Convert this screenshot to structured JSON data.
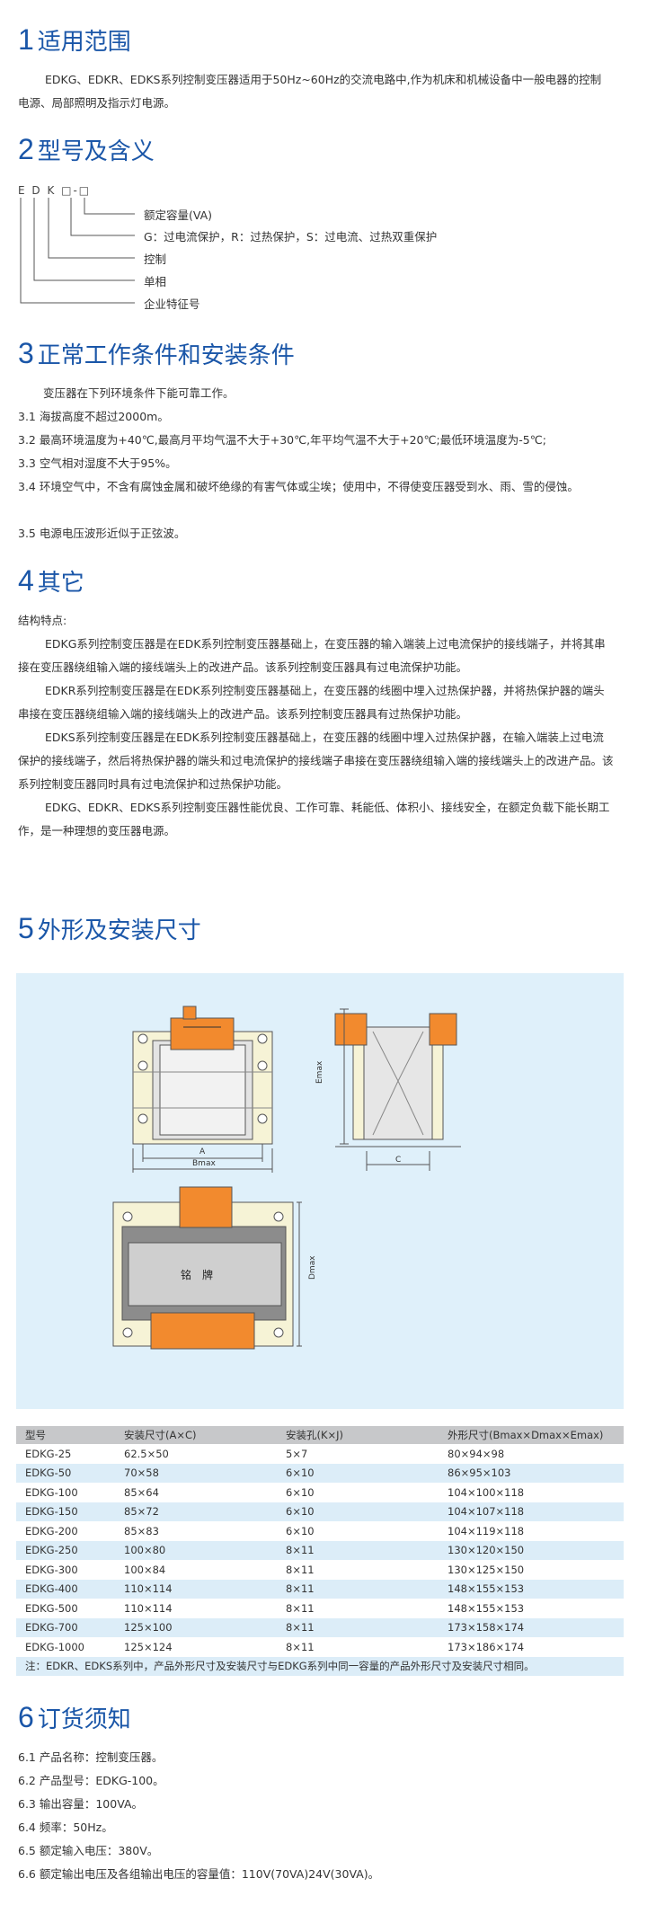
{
  "s1": {
    "num": "1",
    "title": "适用范围",
    "body": "EDKG、EDKR、EDKS系列控制变压器适用于50Hz~60Hz的交流电路中,作为机床和机械设备中一般电器的控制电源、局部照明及指示灯电源。"
  },
  "s2": {
    "num": "2",
    "title": "型号及含义",
    "code": "E D K □-□",
    "labels": [
      "额定容量(VA)",
      "G：过电流保护，R：过热保护，S：过电流、过热双重保护",
      "控制",
      "单相",
      "企业特征号"
    ]
  },
  "s3": {
    "num": "3",
    "title": "正常工作条件和安装条件",
    "intro": "变压器在下列环境条件下能可靠工作。",
    "items": [
      "3.1 海拔高度不超过2000m。",
      "3.2 最高环境温度为+40℃,最高月平均气温不大于+30℃,年平均气温不大于+20℃;最低环境温度为-5℃;",
      "3.3 空气相对湿度不大于95%。",
      "3.4 环境空气中，不含有腐蚀金属和破坏绝缘的有害气体或尘埃；使用中，不得使变压器受到水、雨、雪的侵蚀。",
      "3.5 电源电压波形近似于正弦波。"
    ]
  },
  "s4": {
    "num": "4",
    "title": "其它",
    "heading": "结构特点:",
    "paras": [
      "EDKG系列控制变压器是在EDK系列控制变压器基础上，在变压器的输入端装上过电流保护的接线端子，并将其串接在变压器绕组输入端的接线端头上的改进产品。该系列控制变压器具有过电流保护功能。",
      "EDKR系列控制变压器是在EDK系列控制变压器基础上，在变压器的线圈中埋入过热保护器，并将热保护器的端头串接在变压器绕组输入端的接线端头上的改进产品。该系列控制变压器具有过热保护功能。",
      "EDKS系列控制变压器是在EDK系列控制变压器基础上，在变压器的线圈中埋入过热保护器，在输入端装上过电流保护的接线端子，然后将热保护器的端头和过电流保护的接线端子串接在变压器绕组输入端的接线端头上的改进产品。该系列控制变压器同时具有过电流保护和过热保护功能。",
      "EDKG、EDKR、EDKS系列控制变压器性能优良、工作可靠、耗能低、体积小、接线安全，在额定负载下能长期工作，是一种理想的变压器电源。"
    ]
  },
  "s5": {
    "num": "5",
    "title": "外形及安装尺寸",
    "dims": {
      "A": "A",
      "Bmax": "Bmax",
      "C": "C",
      "Emax": "Emax",
      "Dmax": "Dmax",
      "nameplate": "铭　牌"
    },
    "headers": [
      "型号",
      "安装尺寸(A×C)",
      "安装孔(K×J)",
      "外形尺寸(Bmax×Dmax×Emax)"
    ],
    "rows": [
      [
        "EDKG-25",
        "62.5×50",
        "5×7",
        "80×94×98"
      ],
      [
        "EDKG-50",
        "70×58",
        "6×10",
        "86×95×103"
      ],
      [
        "EDKG-100",
        "85×64",
        "6×10",
        "104×100×118"
      ],
      [
        "EDKG-150",
        "85×72",
        "6×10",
        "104×107×118"
      ],
      [
        "EDKG-200",
        "85×83",
        "6×10",
        "104×119×118"
      ],
      [
        "EDKG-250",
        "100×80",
        "8×11",
        "130×120×150"
      ],
      [
        "EDKG-300",
        "100×84",
        "8×11",
        "130×125×150"
      ],
      [
        "EDKG-400",
        "110×114",
        "8×11",
        "148×155×153"
      ],
      [
        "EDKG-500",
        "110×114",
        "8×11",
        "148×155×153"
      ],
      [
        "EDKG-700",
        "125×100",
        "8×11",
        "173×158×174"
      ],
      [
        "EDKG-1000",
        "125×124",
        "8×11",
        "173×186×174"
      ]
    ],
    "note": "注：EDKR、EDKS系列中，产品外形尺寸及安装尺寸与EDKG系列中同一容量的产品外形尺寸及安装尺寸相同。"
  },
  "s6": {
    "num": "6",
    "title": "订货须知",
    "items": [
      "6.1 产品名称：控制变压器。",
      "6.2 产品型号：EDKG-100。",
      "6.3 输出容量：100VA。",
      "6.4 频率：50Hz。",
      "6.5 额定输入电压：380V。",
      "6.6 额定输出电压及各组输出电压的容量值：110V(70VA)24V(30VA)。"
    ]
  },
  "colors": {
    "title_blue": "#1a56a8",
    "panel": "#dff0fa",
    "orange": "#f28a2e"
  }
}
